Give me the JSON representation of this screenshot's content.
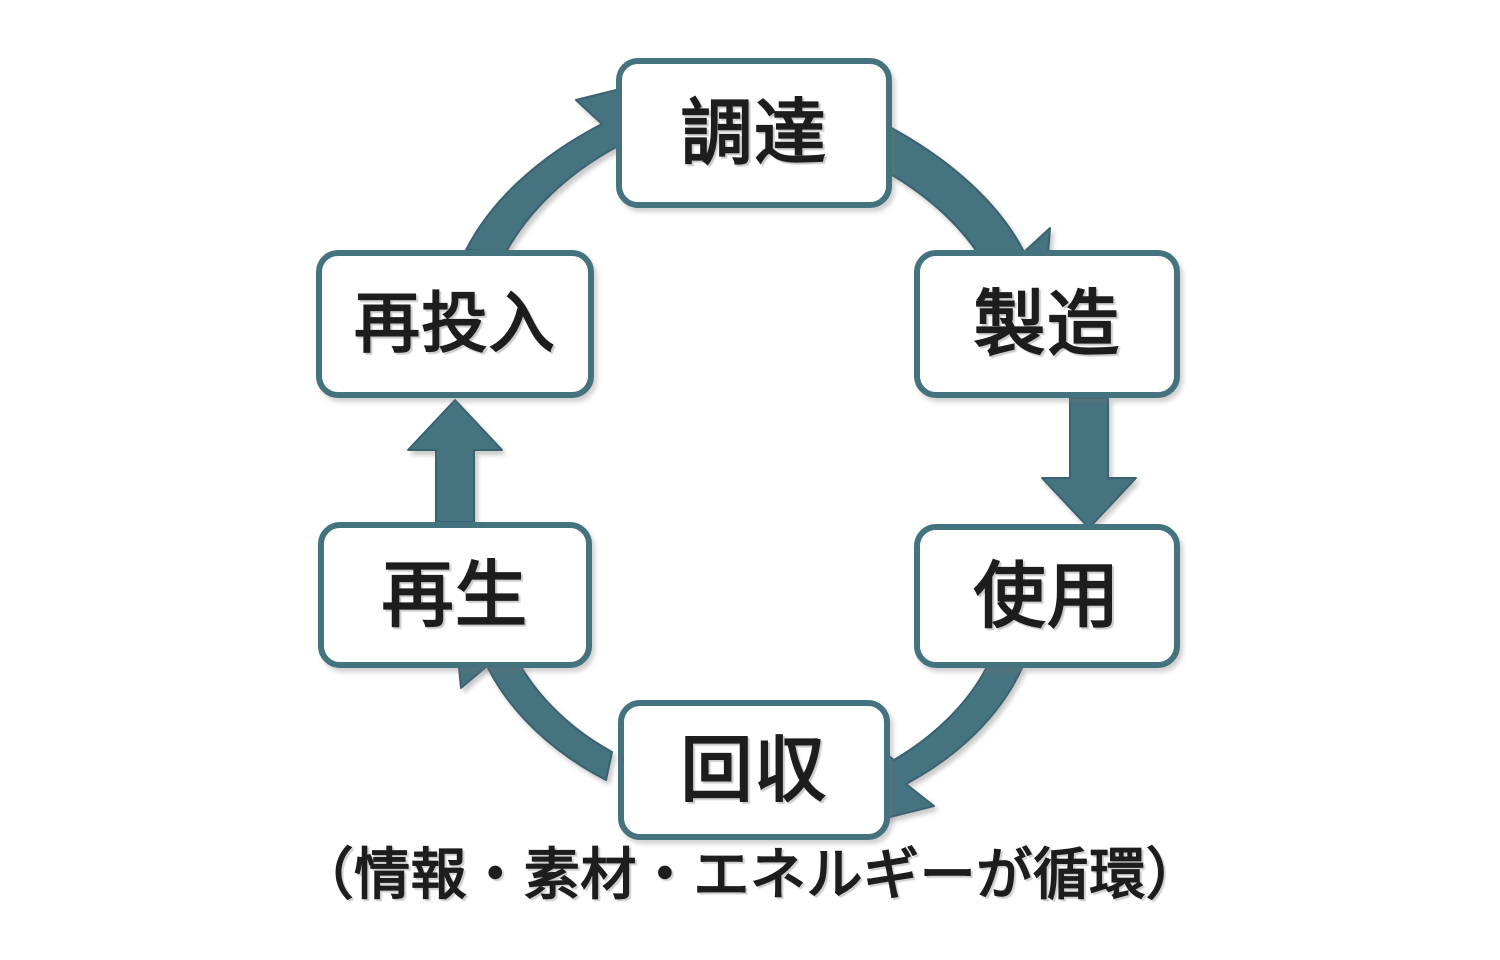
{
  "diagram": {
    "type": "circular-flow",
    "title": "",
    "accent_color": "#44737f",
    "box_fill_color": "#ffffff",
    "text_color": "#1d1d1d",
    "background_color": "#ffffff",
    "nodes": [
      {
        "id": "procurement",
        "label": "調達",
        "position": "top"
      },
      {
        "id": "manufacture",
        "label": "製造",
        "position": "upper-right"
      },
      {
        "id": "use",
        "label": "使用",
        "position": "lower-right"
      },
      {
        "id": "collection",
        "label": "回収",
        "position": "bottom"
      },
      {
        "id": "regenerate",
        "label": "再生",
        "position": "lower-left"
      },
      {
        "id": "reinput",
        "label": "再投入",
        "position": "upper-left"
      }
    ],
    "arrows": [
      {
        "from": "procurement",
        "to": "manufacture",
        "shape": "curved",
        "direction": "down-right"
      },
      {
        "from": "manufacture",
        "to": "use",
        "shape": "straight",
        "direction": "down"
      },
      {
        "from": "use",
        "to": "collection",
        "shape": "curved",
        "direction": "down-left"
      },
      {
        "from": "collection",
        "to": "regenerate",
        "shape": "curved",
        "direction": "up-left"
      },
      {
        "from": "regenerate",
        "to": "reinput",
        "shape": "straight",
        "direction": "up"
      },
      {
        "from": "reinput",
        "to": "procurement",
        "shape": "curved",
        "direction": "up-right"
      }
    ],
    "caption": "（情報・素材・エネルギーが循環）"
  }
}
